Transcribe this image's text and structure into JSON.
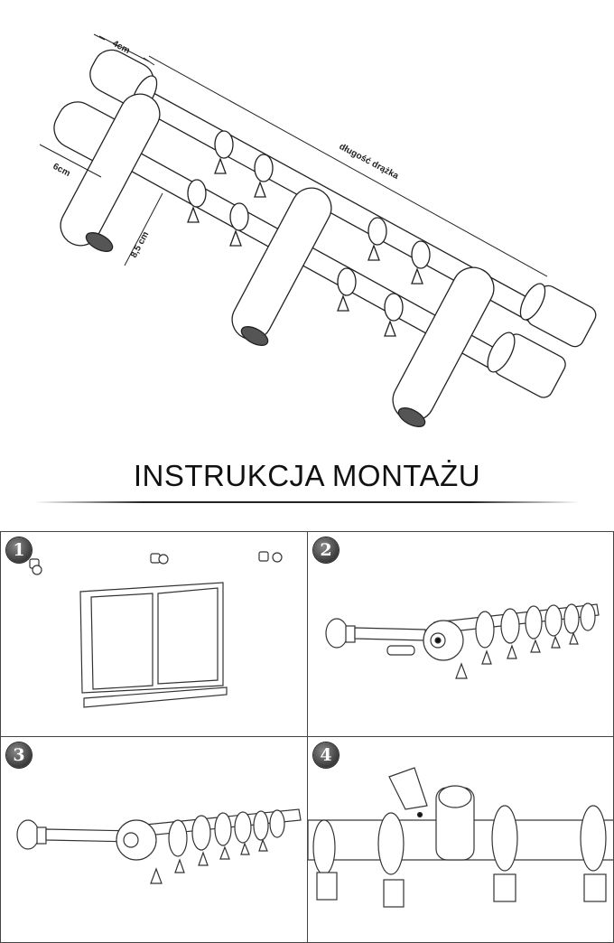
{
  "diagram": {
    "dimensions": {
      "bracket_width": "4cm",
      "finial_diameter": "6cm",
      "wall_distance": "8,5 cm",
      "rod_length": "długość drążka"
    }
  },
  "heading": "INSTRUKCJA MONTAŻU",
  "steps": [
    {
      "number": "1"
    },
    {
      "number": "2"
    },
    {
      "number": "3"
    },
    {
      "number": "4"
    }
  ]
}
